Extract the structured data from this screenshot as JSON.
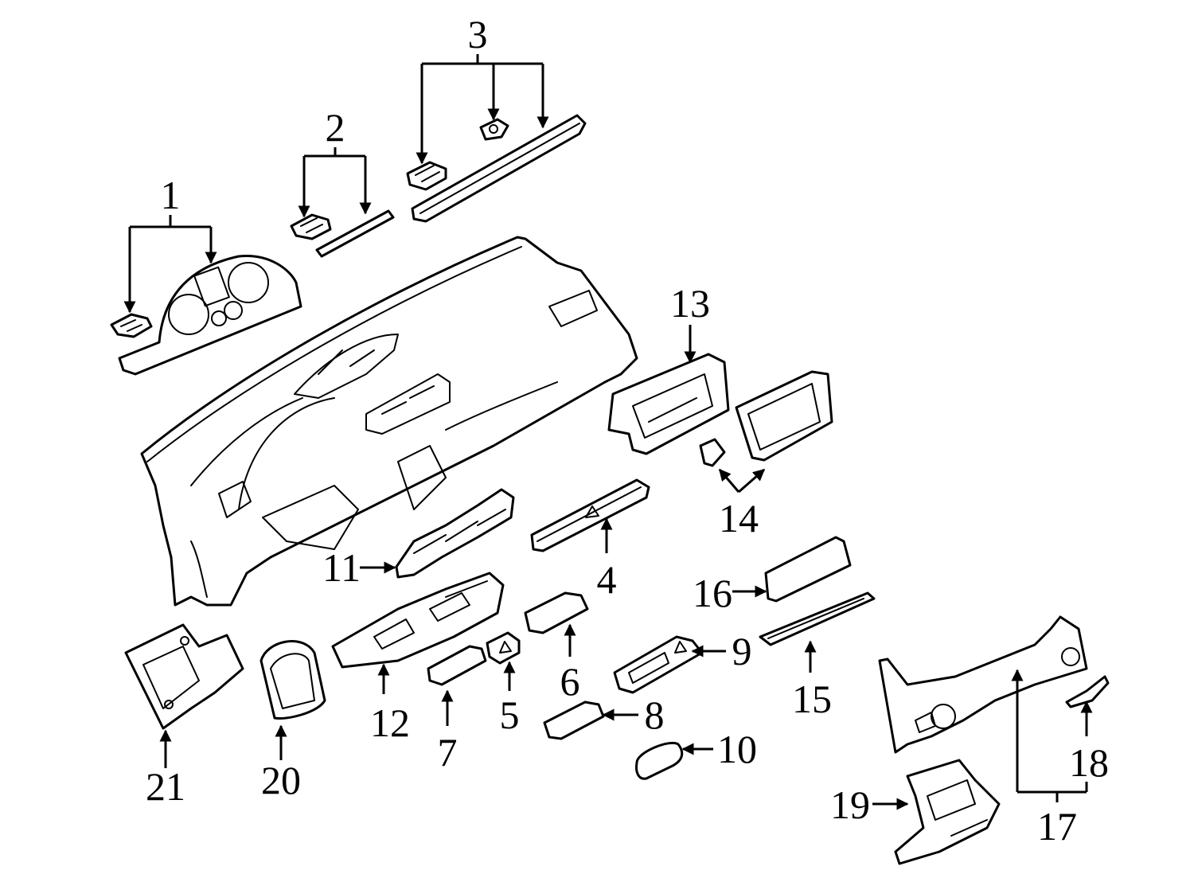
{
  "diagram": {
    "line_color": "#000000",
    "background": "#ffffff",
    "callouts": [
      {
        "id": "1",
        "text": "1"
      },
      {
        "id": "2",
        "text": "2"
      },
      {
        "id": "3",
        "text": "3"
      },
      {
        "id": "4",
        "text": "4"
      },
      {
        "id": "5",
        "text": "5"
      },
      {
        "id": "6",
        "text": "6"
      },
      {
        "id": "7",
        "text": "7"
      },
      {
        "id": "8",
        "text": "8"
      },
      {
        "id": "9",
        "text": "9"
      },
      {
        "id": "10",
        "text": "10"
      },
      {
        "id": "11",
        "text": "11"
      },
      {
        "id": "12",
        "text": "12"
      },
      {
        "id": "13",
        "text": "13"
      },
      {
        "id": "14",
        "text": "14"
      },
      {
        "id": "15",
        "text": "15"
      },
      {
        "id": "16",
        "text": "16"
      },
      {
        "id": "17",
        "text": "17"
      },
      {
        "id": "18",
        "text": "18"
      },
      {
        "id": "19",
        "text": "19"
      },
      {
        "id": "20",
        "text": "20"
      },
      {
        "id": "21",
        "text": "21"
      }
    ]
  }
}
